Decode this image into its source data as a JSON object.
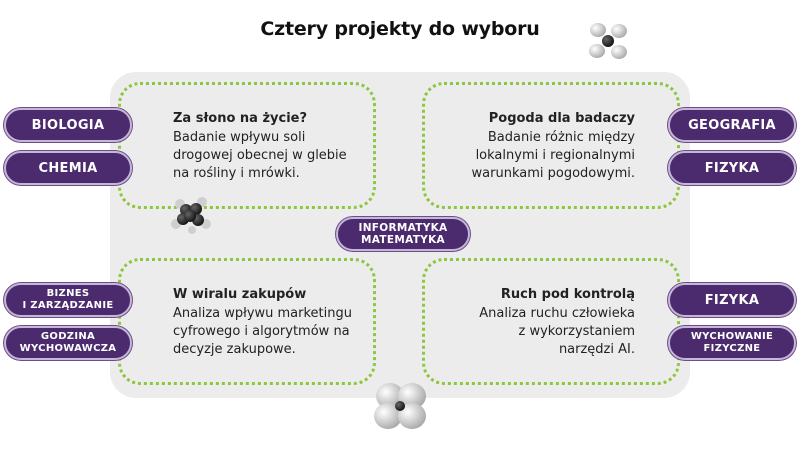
{
  "title": "Cztery projekty do wyboru",
  "center_label": "INFORMATYKA\nMATEMATYKA",
  "projects": [
    {
      "title": "Za słono na życie?",
      "description": "Badanie wpływu soli\ndrogowej obecnej w glebie\nna rośliny i mrówki.",
      "tags": [
        "BIOLOGIA",
        "CHEMIA"
      ]
    },
    {
      "title": "Pogoda dla badaczy",
      "description": "Badanie różnic między\nlokalnymi i regionalnymi\nwarunkami pogodowymi.",
      "tags": [
        "GEOGRAFIA",
        "FIZYKA"
      ]
    },
    {
      "title": "W wiralu zakupów",
      "description": "Analiza wpływu marketingu\ncyfrowego i algorytmów na\ndecyzje zakupowe.",
      "tags": [
        "BIZNES\nI ZARZĄDZANIE",
        "GODZINA\nWYCHOWAWCZA"
      ]
    },
    {
      "title": "Ruch pod kontrolą",
      "description": "Analiza ruchu człowieka\nz wykorzystaniem\nnarzędzi AI.",
      "tags": [
        "FIZYKA",
        "WYCHOWANIE\nFIZYCZNE"
      ]
    }
  ],
  "colors": {
    "pill_fill": "#4b2a6e",
    "dotted_border": "#8dc63f",
    "board": "#ececec"
  }
}
